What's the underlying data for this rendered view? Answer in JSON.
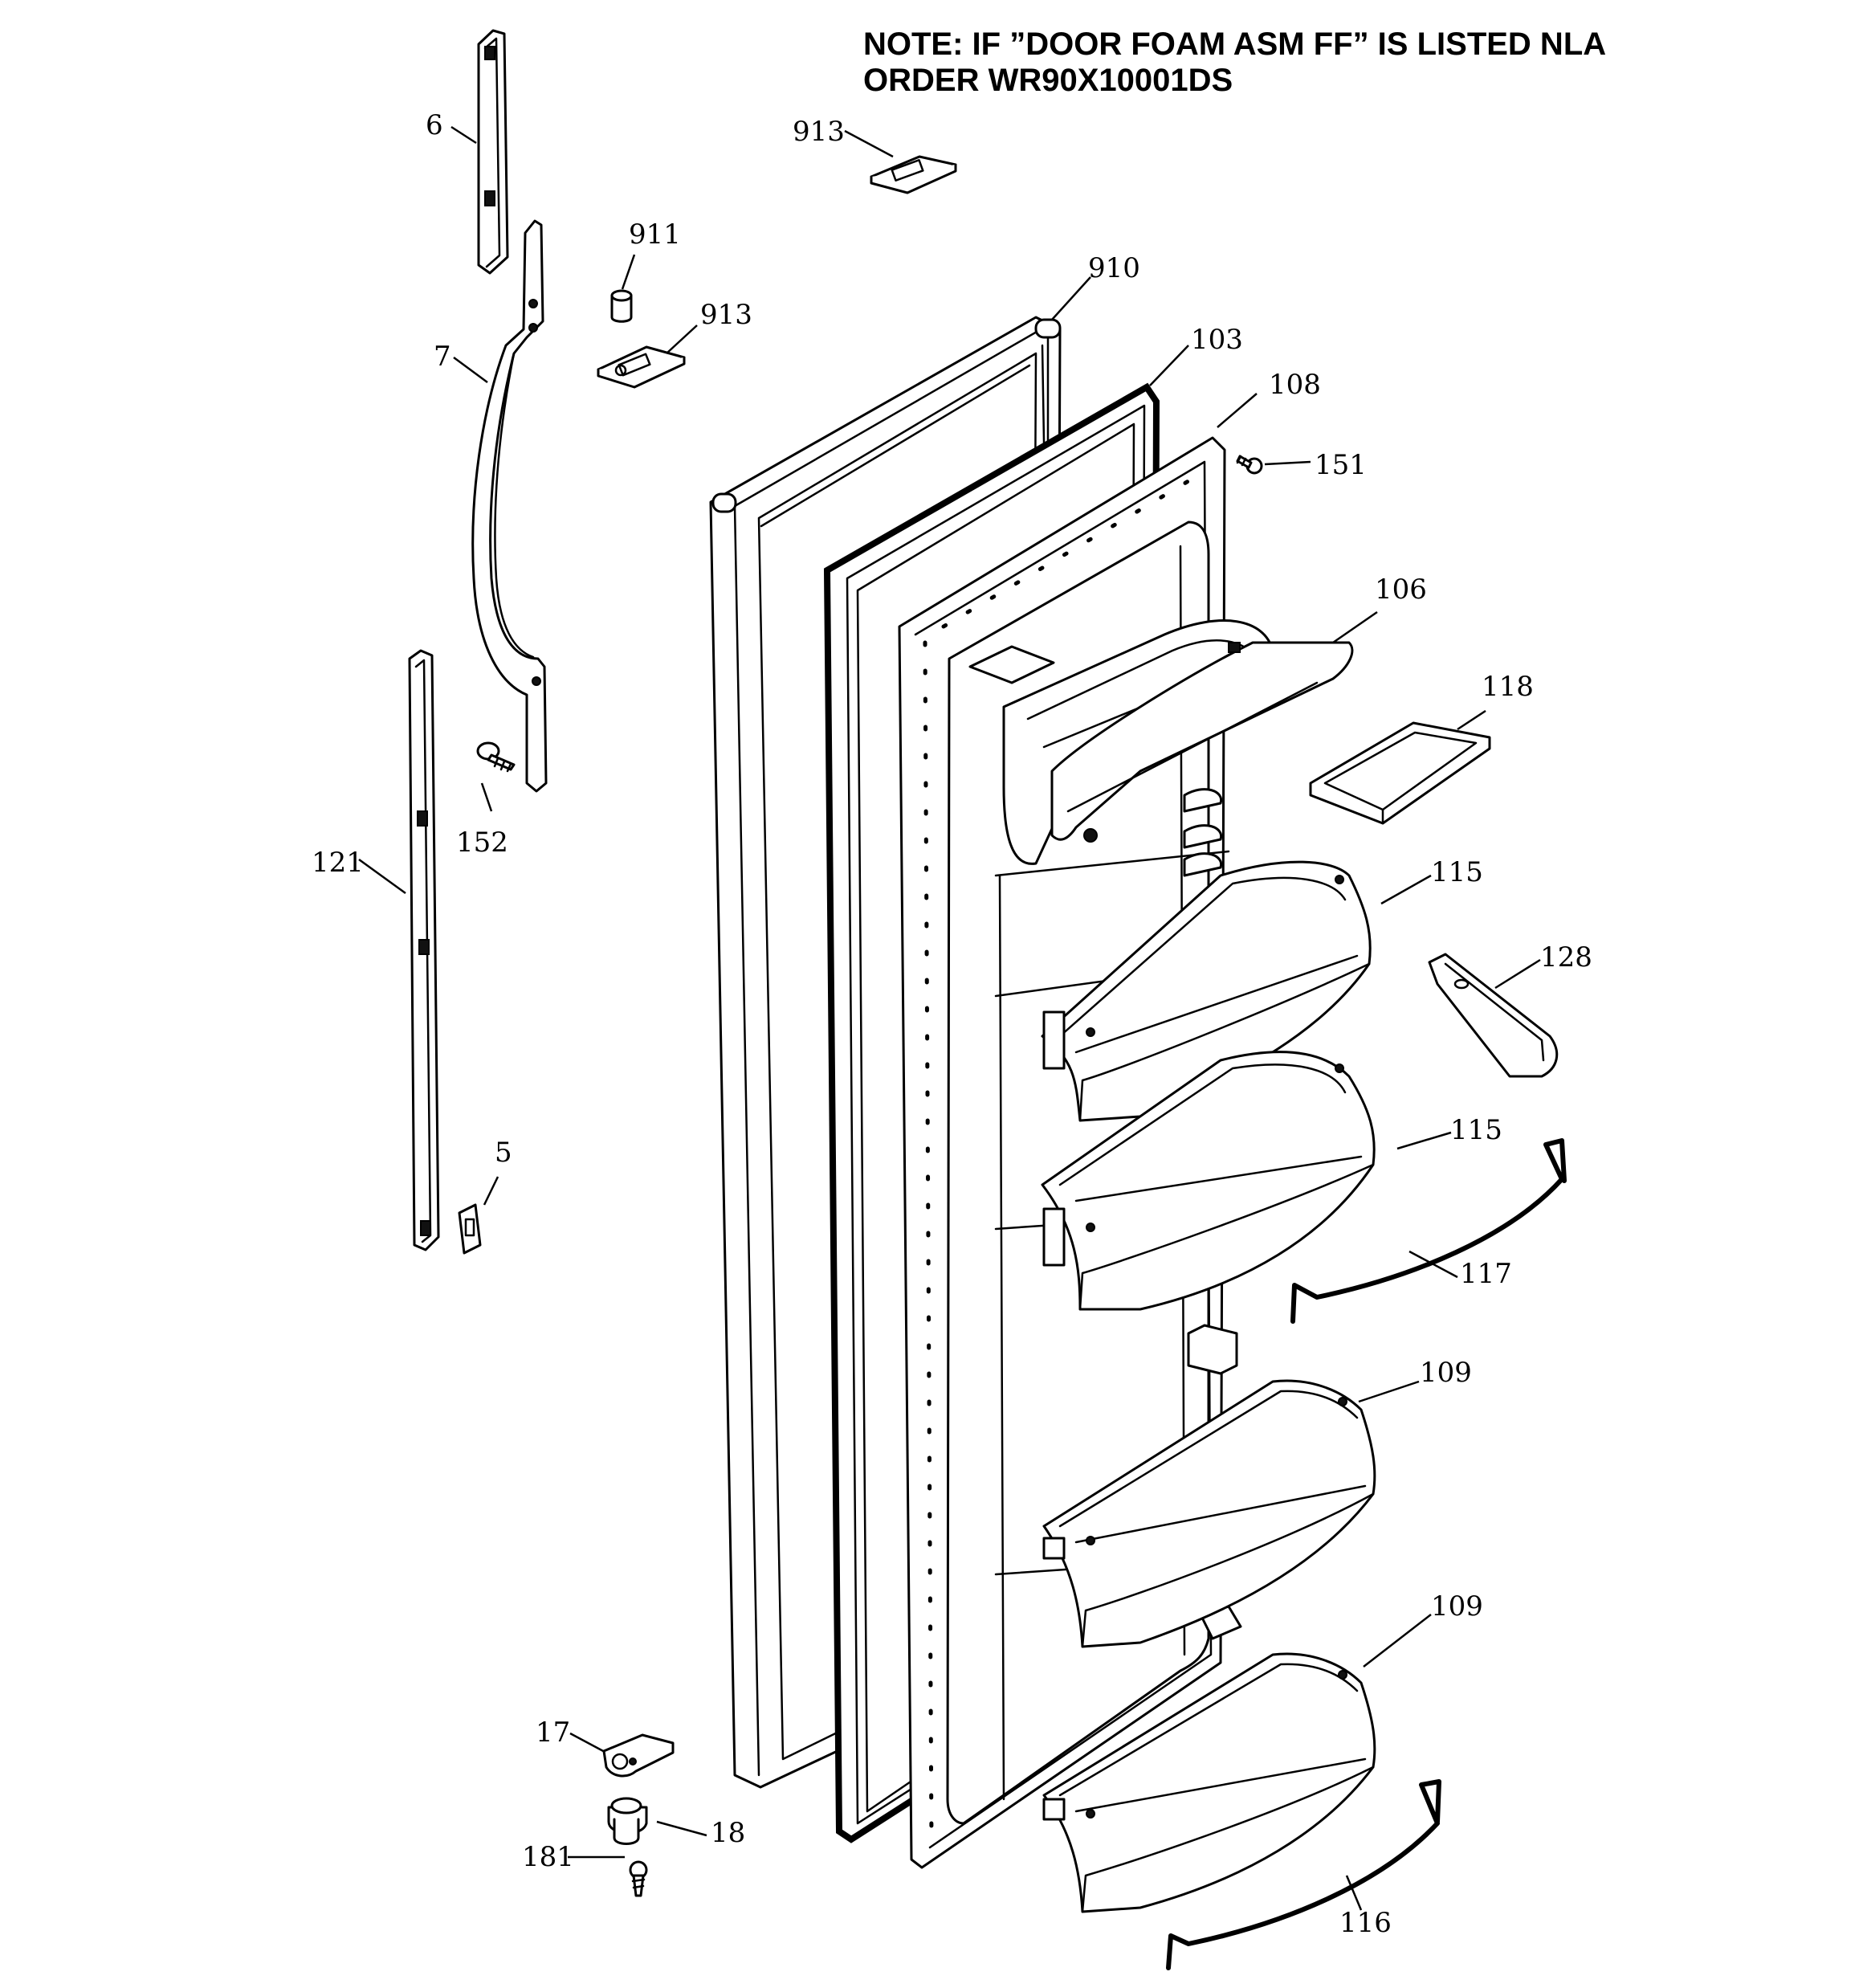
{
  "note": {
    "line1": "NOTE: IF ”DOOR FOAM ASM FF” IS LISTED NLA",
    "line2": "ORDER WR90X10001DS"
  },
  "callouts": [
    {
      "id": "callout-6",
      "label": "6"
    },
    {
      "id": "callout-7",
      "label": "7"
    },
    {
      "id": "callout-911",
      "label": "911"
    },
    {
      "id": "callout-913-top",
      "label": "913"
    },
    {
      "id": "callout-913",
      "label": "913"
    },
    {
      "id": "callout-910",
      "label": "910"
    },
    {
      "id": "callout-103",
      "label": "103"
    },
    {
      "id": "callout-108",
      "label": "108"
    },
    {
      "id": "callout-151",
      "label": "151"
    },
    {
      "id": "callout-106",
      "label": "106"
    },
    {
      "id": "callout-118",
      "label": "118"
    },
    {
      "id": "callout-152",
      "label": "152"
    },
    {
      "id": "callout-121",
      "label": "121"
    },
    {
      "id": "callout-115-top",
      "label": "115"
    },
    {
      "id": "callout-128",
      "label": "128"
    },
    {
      "id": "callout-115",
      "label": "115"
    },
    {
      "id": "callout-5",
      "label": "5"
    },
    {
      "id": "callout-117",
      "label": "117"
    },
    {
      "id": "callout-109-top",
      "label": "109"
    },
    {
      "id": "callout-109",
      "label": "109"
    },
    {
      "id": "callout-17",
      "label": "17"
    },
    {
      "id": "callout-18",
      "label": "18"
    },
    {
      "id": "callout-181",
      "label": "181"
    },
    {
      "id": "callout-116",
      "label": "116"
    }
  ]
}
